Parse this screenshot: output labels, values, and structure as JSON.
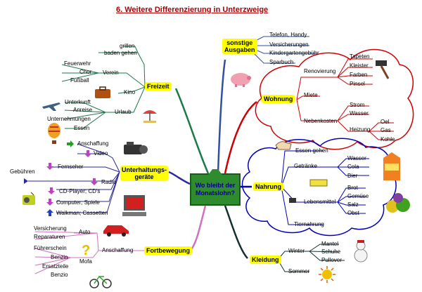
{
  "title": "6. Weitere Differenzierung in Unterzweige",
  "center": {
    "line1": "Wo bleibt der",
    "line2": "Monatslohn?"
  },
  "branches": {
    "freizeit": "Freizeit",
    "unterhaltung_line1": "Unterhaltungs-",
    "unterhaltung_line2": "geräte",
    "fortbewegung": "Fortbewegung",
    "sonstige_line1": "sonstige",
    "sonstige_line2": "Ausgaben",
    "wohnung": "Wohnung",
    "nahrung": "Nahrung",
    "kleidung": "Kleidung"
  },
  "freizeit": {
    "verein": "Verein",
    "verein_items": [
      "Feuerwehr",
      "Chor",
      "Fußball"
    ],
    "kino": "Kino",
    "kino_items": [
      "grillen",
      "baden gehen"
    ],
    "urlaub": "Urlaub",
    "urlaub_items": [
      "Unterkunft",
      "Anreise",
      "Unternehmungen",
      "Essen"
    ]
  },
  "unterhaltung": {
    "anschaffung": "Anschaffung",
    "video": "Video",
    "fernseher": "Fernseher",
    "radio": "Radio",
    "gebuehren": "Gebühren",
    "cd": "CD-Player; CD's",
    "computer": "Computer; Spiele",
    "walkman": "Walkman; Cassetten"
  },
  "fortbewegung": {
    "anschaffung": "Anschaffung",
    "auto": "Auto",
    "auto_items": [
      "Versicherung",
      "Reparaturen"
    ],
    "mofa": "Mofa",
    "mofa_items": [
      "Führerschein",
      "Benzin",
      "Ersatzteile",
      "Benzio"
    ]
  },
  "sonstige": [
    "Telefon, Handy",
    "Versicherungen",
    "Kindergartengebühr",
    "Sparbuch"
  ],
  "wohnung": {
    "renovierung": "Renovierung",
    "renovierung_items": [
      "Tapeten",
      "Kleister",
      "Farben",
      "Pinsel"
    ],
    "miete": "Miete",
    "nebenkosten": "Nebenkosten",
    "nebenkosten_items": [
      "Strom",
      "Wasser"
    ],
    "heizung": "Heizung",
    "heizung_items": [
      "Oel",
      "Gas",
      "Kohle"
    ]
  },
  "nahrung": {
    "essen_gehen": "Essen gehen",
    "getraenke": "Getränke",
    "getraenke_items": [
      "Wasser",
      "Cola",
      "Bier"
    ],
    "lebensmittel": "Lebensmittel",
    "lebensmittel_items": [
      "Brot",
      "Gemüse",
      "Salz",
      "Obst"
    ],
    "tiernahrung": "Tiernahrung"
  },
  "kleidung": {
    "winter": "Winter",
    "winter_items": [
      "Mantel",
      "Schuhe",
      "Pullover"
    ],
    "sommer": "Sommer"
  },
  "colors": {
    "title": "#b00000",
    "highlight": "#ffff00",
    "wohnung_cloud": "#d00000",
    "nahrung_cloud": "#0000c0",
    "center": "#2e8b2e"
  }
}
